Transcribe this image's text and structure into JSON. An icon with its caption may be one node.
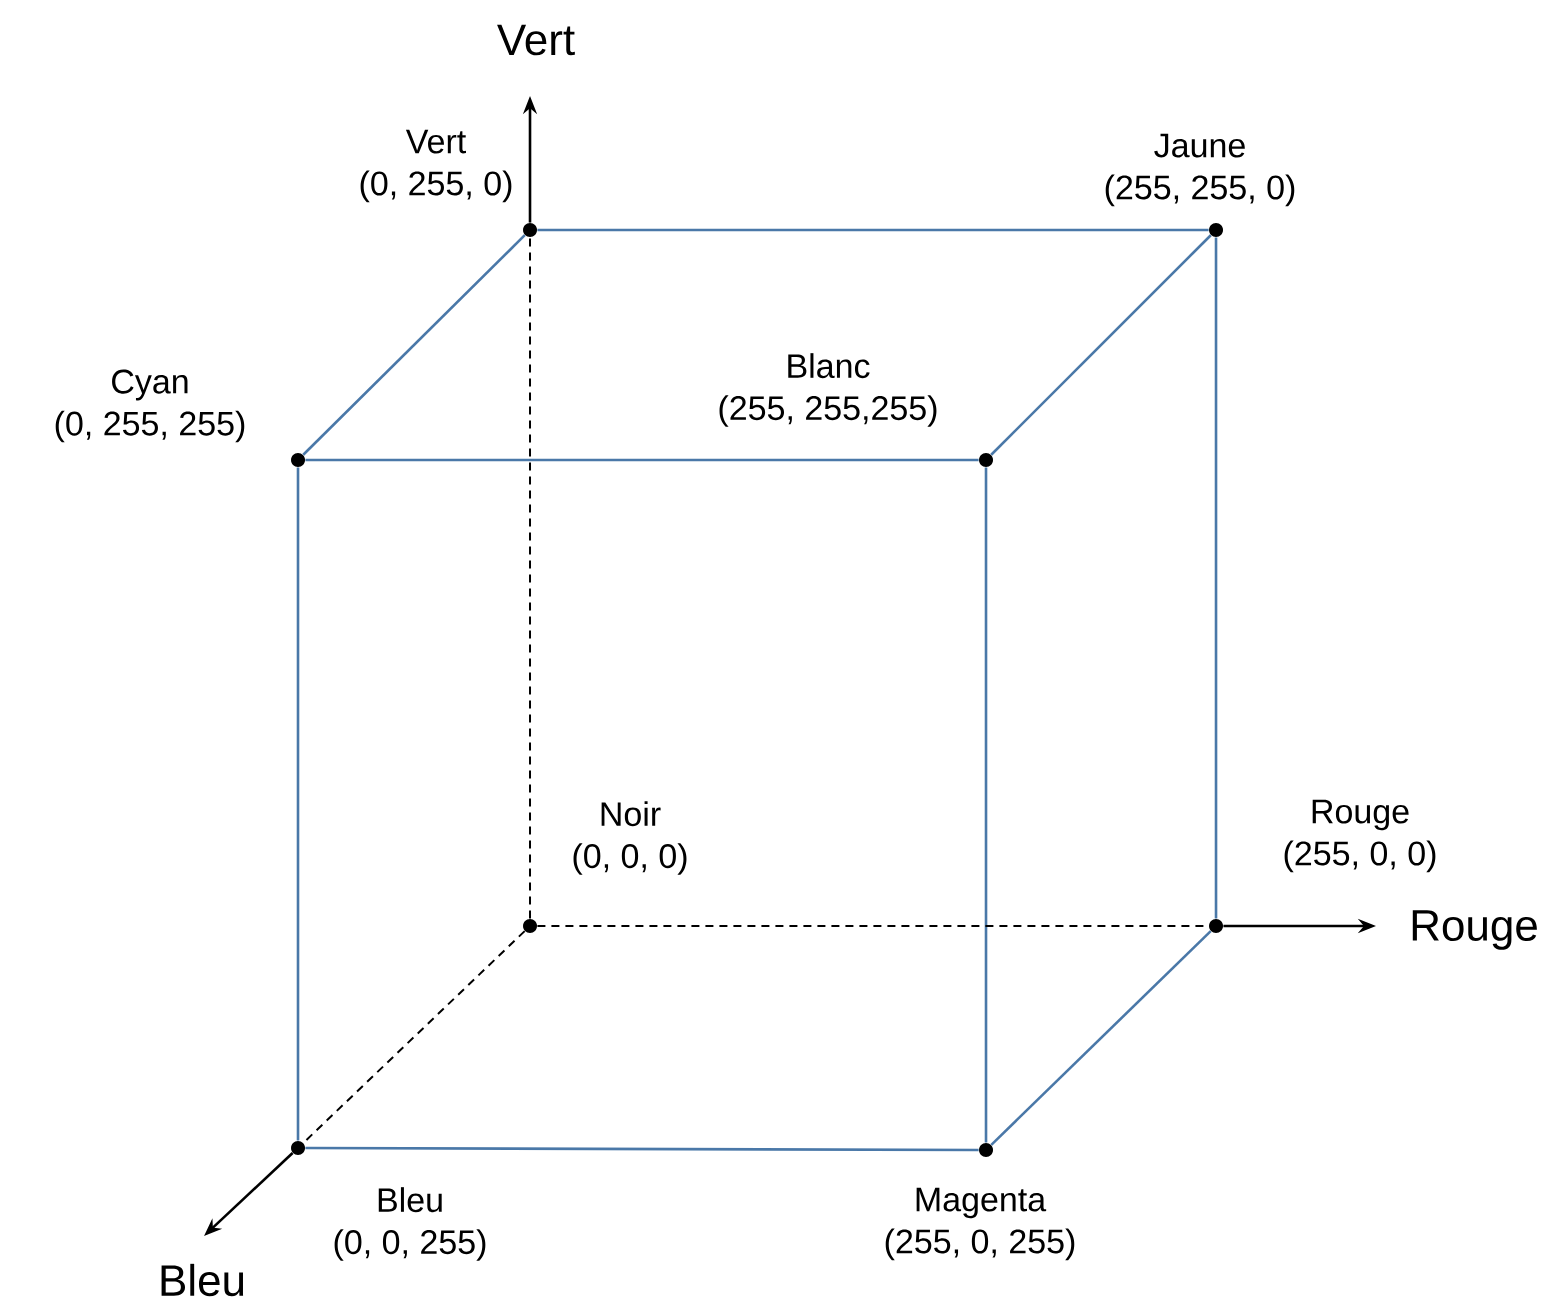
{
  "diagram": {
    "nodes": [
      {
        "text": [],
        "shape": "circle",
        "beside": [
          "Vert",
          "(0, 255, 0)"
        ]
      },
      {
        "text": [],
        "shape": "circle",
        "beside": [
          "Jaune",
          "(255, 255, 0)"
        ]
      },
      {
        "text": [],
        "shape": "circle",
        "beside": [
          "Cyan",
          "(0, 255, 255)"
        ]
      },
      {
        "text": [],
        "shape": "circle",
        "beside": [
          "Blanc",
          "(255, 255,255)"
        ]
      },
      {
        "text": [],
        "shape": "circle",
        "beside": [
          "Noir",
          "(0, 0, 0)"
        ]
      },
      {
        "text": [],
        "shape": "circle",
        "beside": [
          "Rouge",
          "(255, 0, 0)"
        ]
      },
      {
        "text": [],
        "shape": "circle",
        "beside": [
          "Bleu",
          "(0, 0, 255)"
        ]
      },
      {
        "text": [],
        "shape": "circle",
        "beside": [
          "Magenta",
          "(255, 0, 255)"
        ]
      }
    ],
    "edges": [
      {
        "from": 0,
        "to": 1,
        "arrow": "none"
      },
      {
        "from": 2,
        "to": 0,
        "arrow": "none"
      },
      {
        "from": 2,
        "to": 3,
        "arrow": "none"
      },
      {
        "from": 3,
        "to": 1,
        "arrow": "none"
      },
      {
        "from": 1,
        "to": 5,
        "arrow": "none"
      },
      {
        "from": 2,
        "to": 6,
        "arrow": "none"
      },
      {
        "from": 3,
        "to": 7,
        "arrow": "none"
      },
      {
        "from": 6,
        "to": 7,
        "arrow": "none"
      },
      {
        "from": 7,
        "to": 5,
        "arrow": "none"
      },
      {
        "from": 4,
        "to": 0,
        "arrow": "none",
        "style": "dashed",
        "color": "#000000"
      },
      {
        "from": 4,
        "to": 5,
        "arrow": "none",
        "style": "dashed",
        "color": "#000000"
      },
      {
        "from": 4,
        "to": 6,
        "arrow": "none",
        "style": "dashed",
        "color": "#000000"
      }
    ],
    "labels": [
      "Vert",
      "Rouge",
      "Bleu"
    ]
  }
}
